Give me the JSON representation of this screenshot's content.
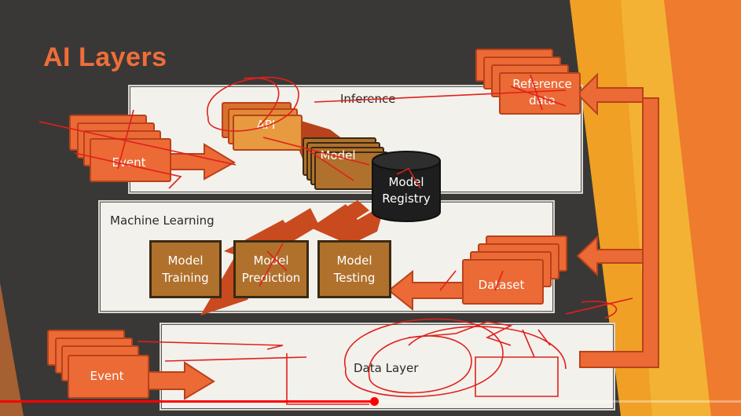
{
  "slide": {
    "title": "AI Layers",
    "accent_color": "#ee6e3a",
    "annotation_color": "#e0201c"
  },
  "inference_layer": {
    "label": "Inference",
    "api_label": "API",
    "model_label": "Model",
    "event_label": "Event",
    "reference_label_line1": "Reference",
    "reference_label_line2": "data"
  },
  "model_registry": {
    "line1": "Model",
    "line2": "Registry"
  },
  "ml_layer": {
    "label": "Machine Learning",
    "boxes": [
      {
        "line1": "Model",
        "line2": "Training"
      },
      {
        "line1": "Model",
        "line2": "Prediction"
      },
      {
        "line1": "Model",
        "line2": "Testing"
      }
    ],
    "dataset_label": "Dataset"
  },
  "data_layer": {
    "label": "Data Layer",
    "event_label": "Event"
  },
  "video": {
    "progress": 0.505
  }
}
